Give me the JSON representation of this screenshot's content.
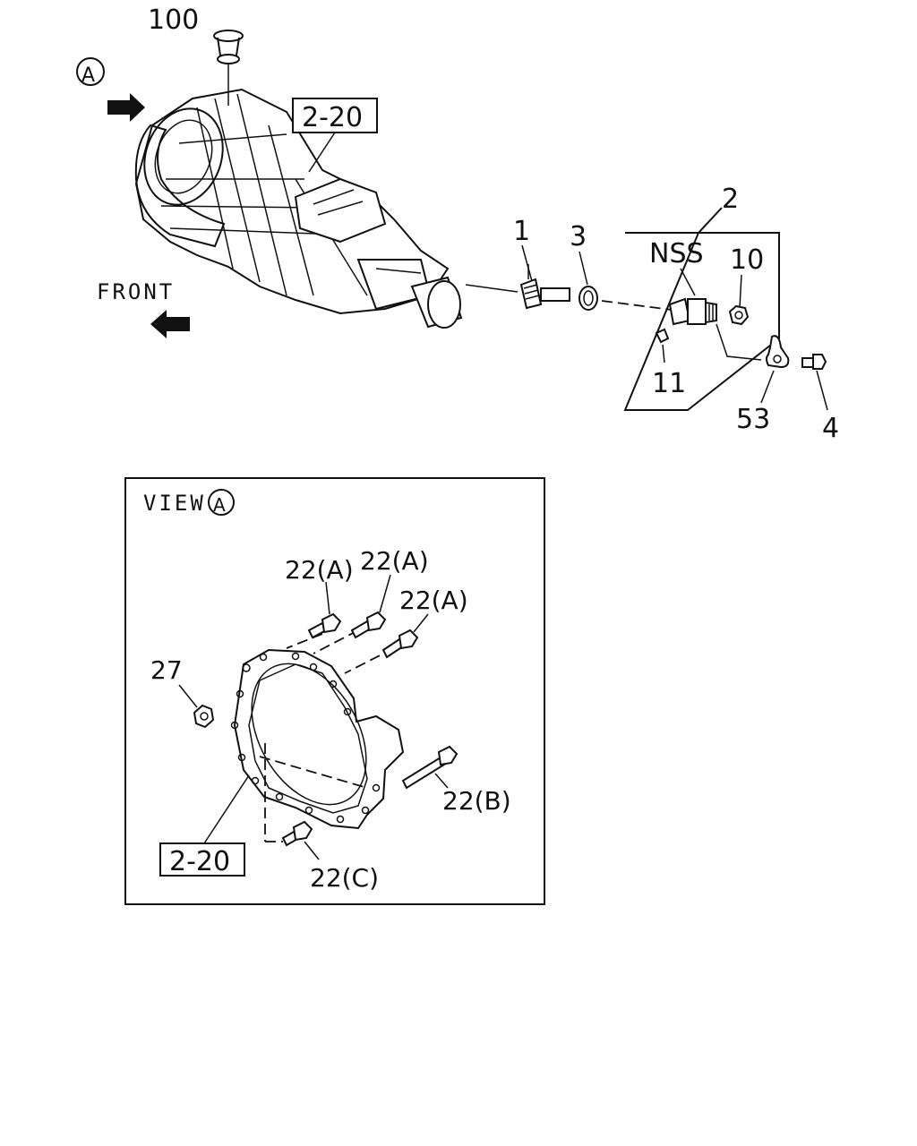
{
  "labels": {
    "ref_a_marker": "A",
    "top_ref_box": "2-20",
    "front": "FRONT",
    "part_100": "100",
    "part_1": "1",
    "part_3": "3",
    "part_2": "2",
    "nss": "NSS",
    "part_10": "10",
    "part_11": "11",
    "part_53": "53",
    "part_4": "4"
  },
  "view_panel": {
    "title": "VIEW",
    "title_marker": "A",
    "part_22a_1": "22(A)",
    "part_22a_2": "22(A)",
    "part_22a_3": "22(A)",
    "part_27": "27",
    "part_22b": "22(B)",
    "part_22c": "22(C)",
    "ref_box": "2-20"
  }
}
